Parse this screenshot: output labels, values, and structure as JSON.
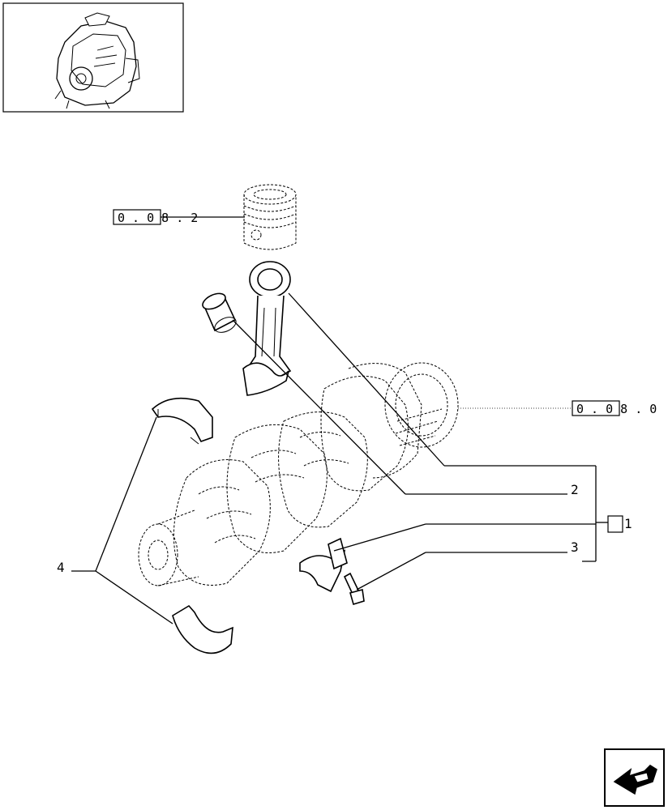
{
  "refs": {
    "piston_ref": "0 . 0 8 . 2",
    "crank_ref": "0 . 0 8 . 0"
  },
  "callouts": {
    "c1": "1",
    "c2": "2",
    "c3": "3",
    "c4": "4"
  },
  "icons": {
    "thumbnail": "engine-thumbnail-icon",
    "nav": "back-arrow-icon"
  }
}
